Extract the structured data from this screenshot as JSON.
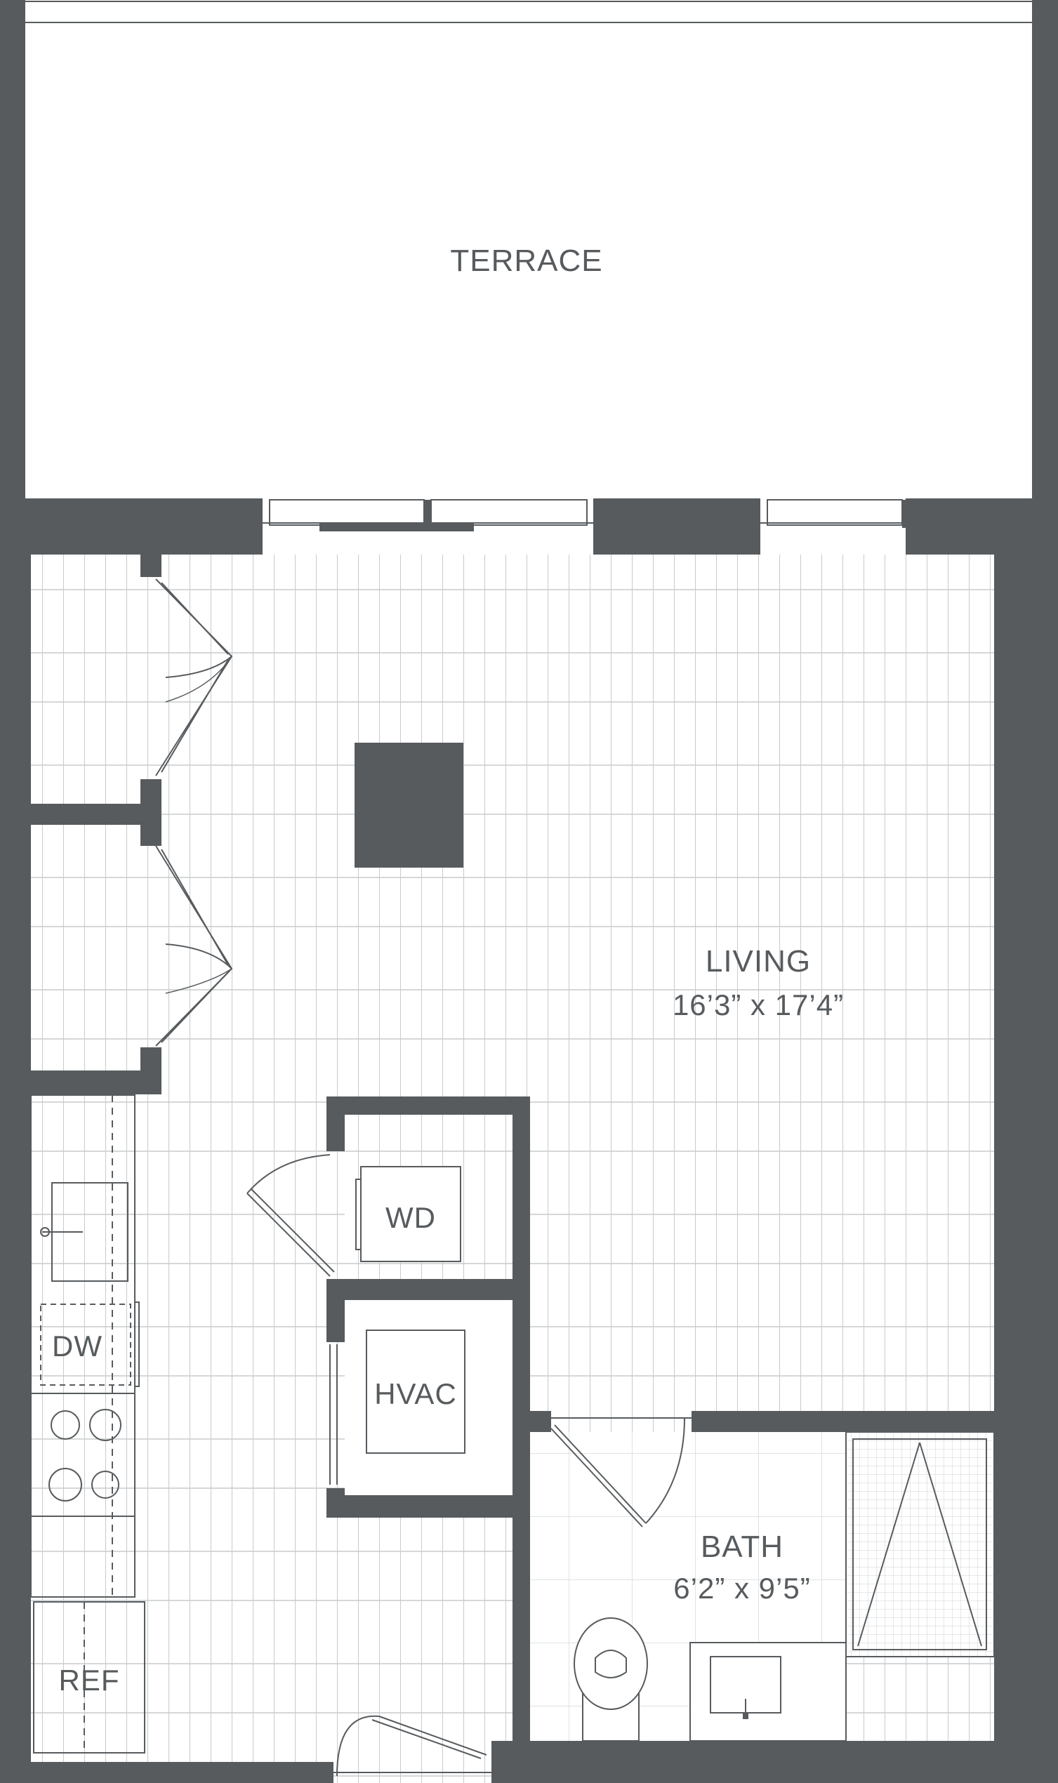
{
  "colors": {
    "wall": "#575b5e",
    "floor_line": "#c8cacc",
    "fixture_line": "#575b5e",
    "background": "#ffffff"
  },
  "rooms": {
    "terrace": {
      "label": "TERRACE"
    },
    "living": {
      "label": "LIVING",
      "dimensions": "16’3” x 17’4”"
    },
    "bath": {
      "label": "BATH",
      "dimensions": "6’2” x 9’5”"
    }
  },
  "fixtures": {
    "washer_dryer": "WD",
    "hvac": "HVAC",
    "dishwasher": "DW",
    "refrigerator": "REF"
  }
}
